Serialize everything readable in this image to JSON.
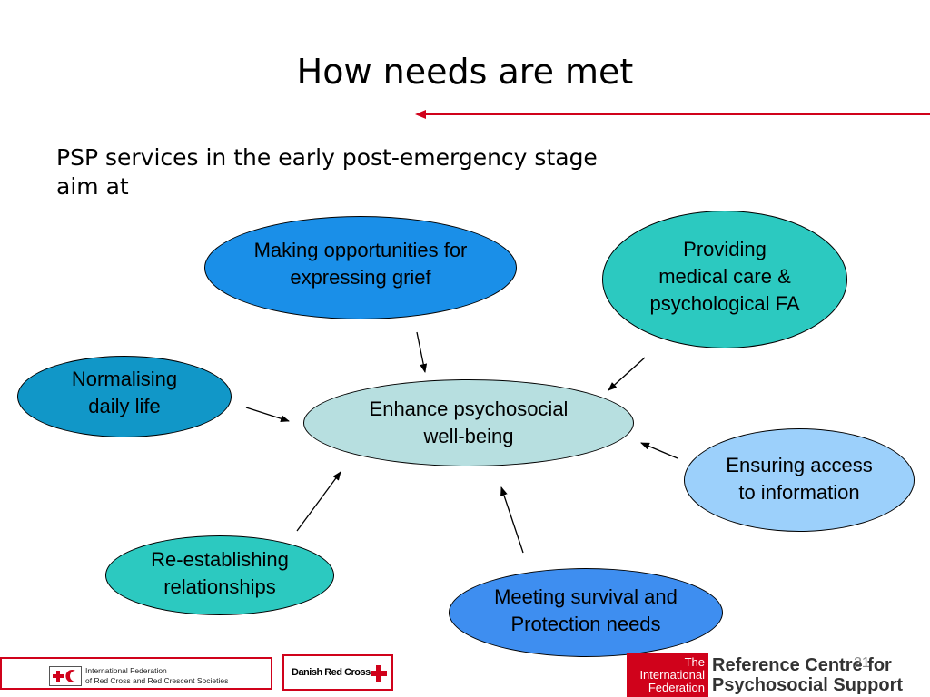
{
  "slide": {
    "title": "How needs are met",
    "intro": "PSP services in the early post-emergency stage aim at",
    "page_number": "21"
  },
  "diagram": {
    "center": {
      "line1": "Enhance psychosocial",
      "line2": "well-being",
      "color": "#b7dfe0"
    },
    "nodes": [
      {
        "id": "grief",
        "line1": "Making opportunities for",
        "line2": "expressing grief",
        "color": "#1a8fe8"
      },
      {
        "id": "medical",
        "line1": "Providing",
        "line2": "medical care &",
        "line3": "psychological FA",
        "color": "#2cc9c0"
      },
      {
        "id": "normal",
        "line1": "Normalising",
        "line2": "daily life",
        "color": "#1197c8"
      },
      {
        "id": "info",
        "line1": "Ensuring access",
        "line2": "to information",
        "color": "#9cd0fb"
      },
      {
        "id": "relationships",
        "line1": "Re-establishing",
        "line2": "relationships",
        "color": "#2cc9c0"
      },
      {
        "id": "survival",
        "line1": "Meeting survival and",
        "line2": "Protection needs",
        "color": "#3e8ef0"
      }
    ]
  },
  "footer": {
    "ifrc_line1": "International Federation",
    "ifrc_line2": "of Red Cross and Red Crescent Societies",
    "drc": "Danish Red Cross",
    "refc_small1": "The",
    "refc_small2": "International",
    "refc_small3": "Federation",
    "refc_big1": "Reference Centre for",
    "refc_big2": "Psychosocial Support"
  },
  "colors": {
    "accent_red": "#d0021b"
  }
}
